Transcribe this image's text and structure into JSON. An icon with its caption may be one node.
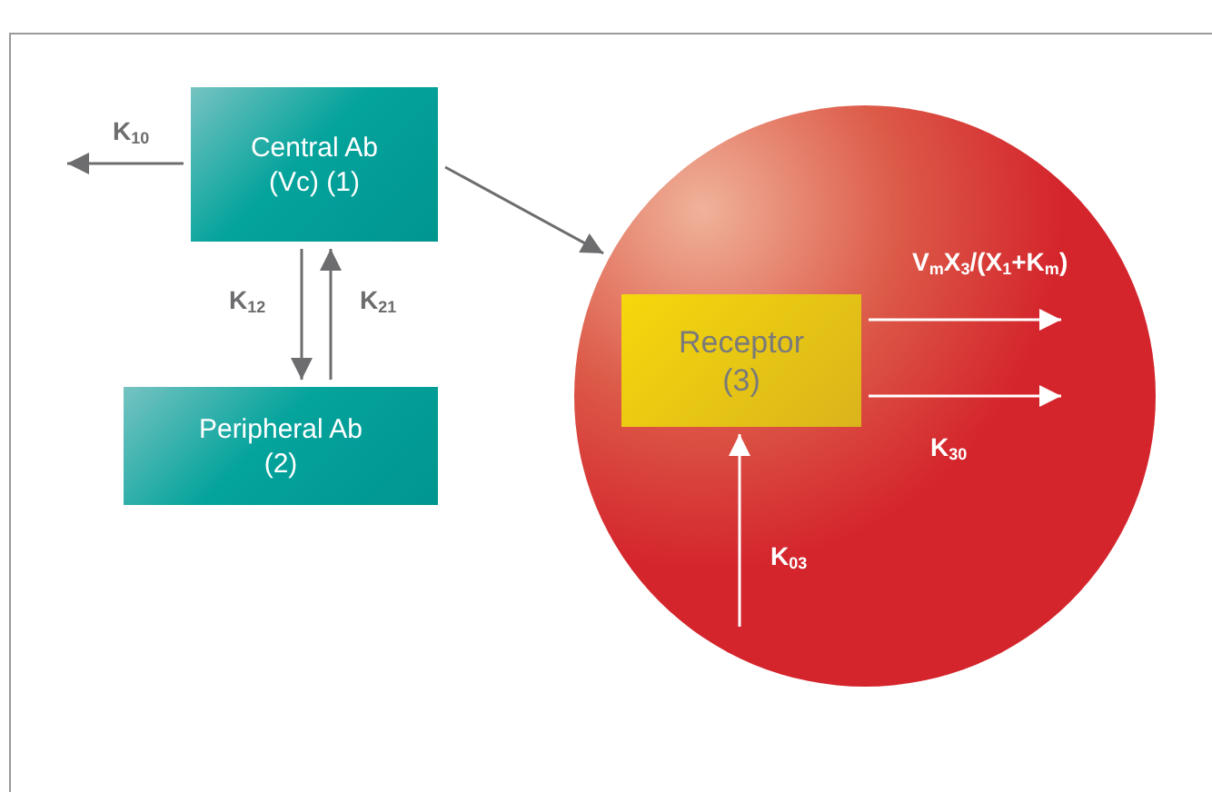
{
  "diagram": {
    "nodes": [
      {
        "text": [
          "Central Ab (Vc) (1)"
        ]
      },
      {
        "text": [
          "Peripheral Ab (2)"
        ]
      },
      {
        "text": [],
        "shape": "circle"
      },
      {
        "text": [
          "Receptor (3)"
        ],
        "in": 2
      }
    ],
    "edges": [
      {
        "from": 0,
        "to": null,
        "arrow": "to",
        "label": "K$_{10}$"
      },
      {
        "from": 0,
        "to": 1,
        "arrow": "to",
        "label": "K$_{12}$"
      },
      {
        "from": 1,
        "to": 0,
        "arrow": "to",
        "label": "K$_{21}$"
      },
      {
        "from": 0,
        "to": 2,
        "arrow": "to"
      },
      {
        "from": 3,
        "to": null,
        "arrow": "to",
        "label": "V$_{m}$X$_{3}$/(X$_{1}$+K$_{m}$)",
        "color": "#ffffff"
      },
      {
        "from": 3,
        "to": null,
        "arrow": "to",
        "label": "K$_{30}$",
        "color": "#ffffff"
      },
      {
        "from": null,
        "to": 3,
        "arrow": "to",
        "label": "K$_{03}$",
        "color": "#ffffff"
      }
    ]
  }
}
